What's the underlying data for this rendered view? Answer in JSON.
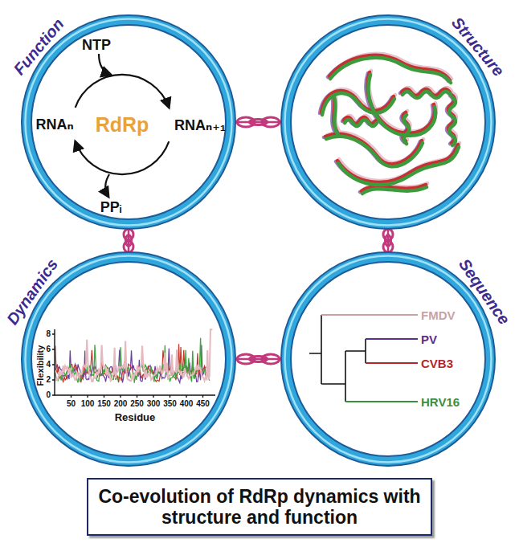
{
  "diagram": {
    "nodes": [
      {
        "text": [
          "Function"
        ]
      },
      {
        "text": [
          "Structure"
        ]
      },
      {
        "text": [
          "Dynamics"
        ]
      },
      {
        "text": [
          "Sequence"
        ]
      },
      {
        "text": [
          "Co-evolution of RdRp dynamics with structure and function"
        ]
      }
    ],
    "edges": [
      {
        "from": 0,
        "to": 1,
        "arrow": "none"
      },
      {
        "from": 0,
        "to": 2,
        "arrow": "none"
      },
      {
        "from": 1,
        "to": 3,
        "arrow": "none"
      },
      {
        "from": 2,
        "to": 3,
        "arrow": "none"
      }
    ],
    "labels": [
      "NTP",
      "RNAₙ",
      "RdRp",
      "RNAₙ₊₁",
      "PPᵢ",
      "Flexibility",
      "8",
      "6",
      "4",
      "2",
      "0",
      "50",
      "100",
      "150",
      "200",
      "250",
      "300",
      "350",
      "400",
      "450",
      "Residue",
      "FMDV",
      "PV",
      "CVB3",
      "HRV16"
    ]
  }
}
